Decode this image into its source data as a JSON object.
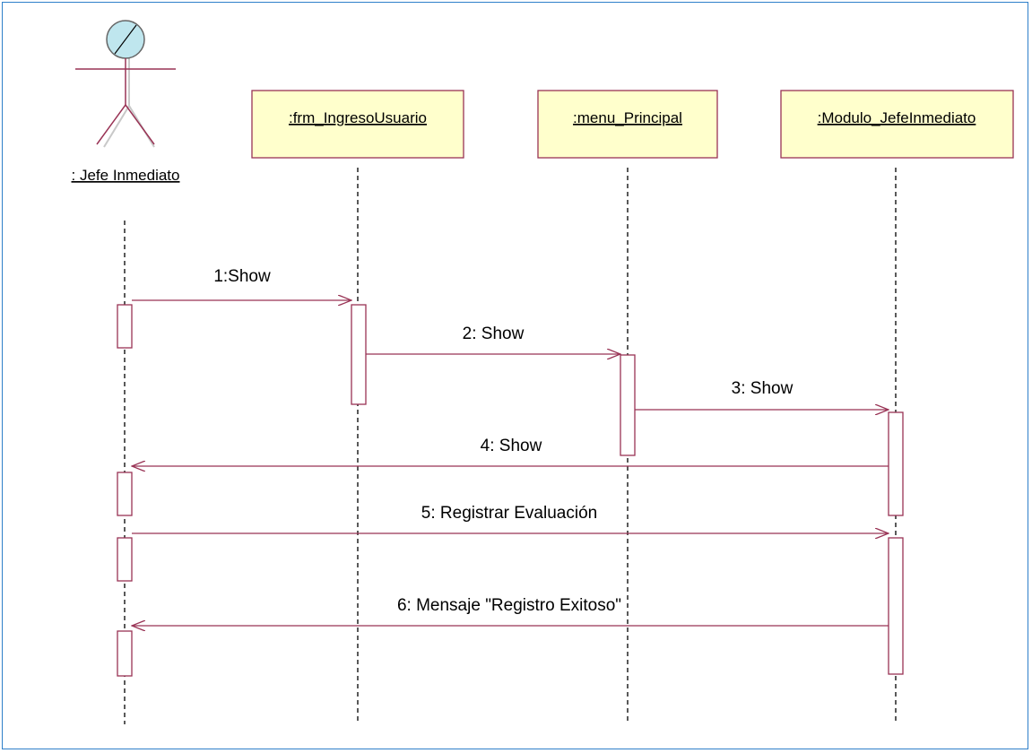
{
  "diagram": {
    "actor": {
      "label": ": Jefe Inmediato"
    },
    "objects": [
      {
        "id": "frm",
        "label": ":frm_IngresoUsuario"
      },
      {
        "id": "menu",
        "label": ":menu_Principal"
      },
      {
        "id": "modulo",
        "label": ":Modulo_JefeInmediato"
      }
    ],
    "messages": [
      {
        "label": "1:Show",
        "from": "actor",
        "to": "frm",
        "kind": "call"
      },
      {
        "label": "2: Show",
        "from": "frm",
        "to": "menu",
        "kind": "call"
      },
      {
        "label": "3: Show",
        "from": "menu",
        "to": "modulo",
        "kind": "call"
      },
      {
        "label": "4: Show",
        "from": "modulo",
        "to": "actor",
        "kind": "call"
      },
      {
        "label": "5: Registrar Evaluación",
        "from": "actor",
        "to": "modulo",
        "kind": "call"
      },
      {
        "label": "6: Mensaje \"Registro Exitoso\"",
        "from": "modulo",
        "to": "actor",
        "kind": "call"
      }
    ],
    "colors": {
      "line": "#993355",
      "object_fill": "#ffffcc",
      "actor_head": "#bfe6ee",
      "frame_border": "#2e7fc9"
    }
  }
}
